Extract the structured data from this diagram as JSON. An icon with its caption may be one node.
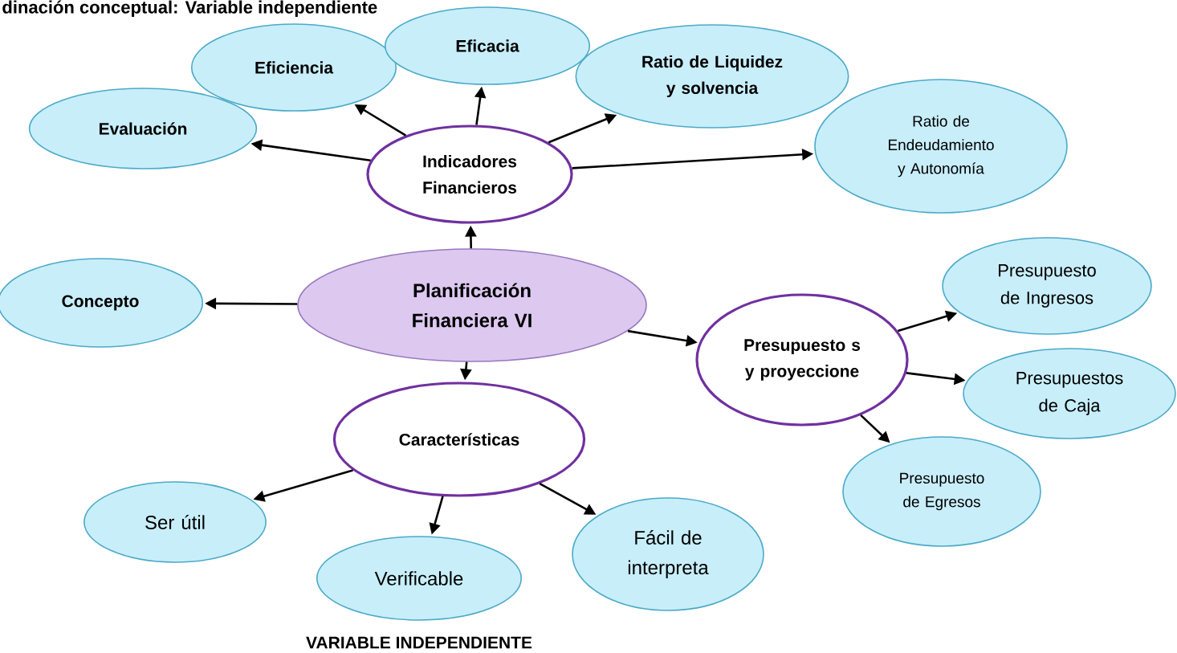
{
  "diagram": {
    "title": "dinación conceptual: Variable independiente",
    "nodes": [
      {
        "text": [
          "Planificación Financiera VI"
        ]
      },
      {
        "text": [
          "Indicadores Financieros"
        ]
      },
      {
        "text": [
          "Evaluación"
        ]
      },
      {
        "text": [
          "Eficiencia"
        ]
      },
      {
        "text": [
          "Eficacia"
        ]
      },
      {
        "text": [
          "Ratio de Liquidez y solvencia"
        ]
      },
      {
        "text": [
          "Ratio de Endeudamiento y Autonomía"
        ]
      },
      {
        "text": [
          "Concepto"
        ]
      },
      {
        "text": [
          "Presupuesto s y proyeccione"
        ]
      },
      {
        "text": [
          "Presupuesto de Ingresos"
        ]
      },
      {
        "text": [
          "Presupuestos de Caja"
        ]
      },
      {
        "text": [
          "Presupuesto de Egresos"
        ]
      },
      {
        "text": [
          "Características"
        ]
      },
      {
        "text": [
          "Ser útil"
        ]
      },
      {
        "text": [
          "Verificable"
        ]
      },
      {
        "text": [
          "Fácil de interpreta"
        ]
      }
    ],
    "edges": [
      {
        "from": 0,
        "to": 1,
        "arrow": "to"
      },
      {
        "from": 0,
        "to": 7,
        "arrow": "to"
      },
      {
        "from": 0,
        "to": 8,
        "arrow": "to"
      },
      {
        "from": 0,
        "to": 12,
        "arrow": "to"
      },
      {
        "from": 1,
        "to": 2,
        "arrow": "to"
      },
      {
        "from": 1,
        "to": 3,
        "arrow": "to"
      },
      {
        "from": 1,
        "to": 4,
        "arrow": "to"
      },
      {
        "from": 1,
        "to": 5,
        "arrow": "to"
      },
      {
        "from": 1,
        "to": 6,
        "arrow": "to"
      },
      {
        "from": 8,
        "to": 9,
        "arrow": "to"
      },
      {
        "from": 8,
        "to": 10,
        "arrow": "to"
      },
      {
        "from": 8,
        "to": 11,
        "arrow": "to"
      },
      {
        "from": 12,
        "to": 13,
        "arrow": "to"
      },
      {
        "from": 12,
        "to": 14,
        "arrow": "to"
      },
      {
        "from": 12,
        "to": 15,
        "arrow": "to"
      }
    ],
    "labels": [
      "VARIABLE INDEPENDIENTE"
    ]
  }
}
